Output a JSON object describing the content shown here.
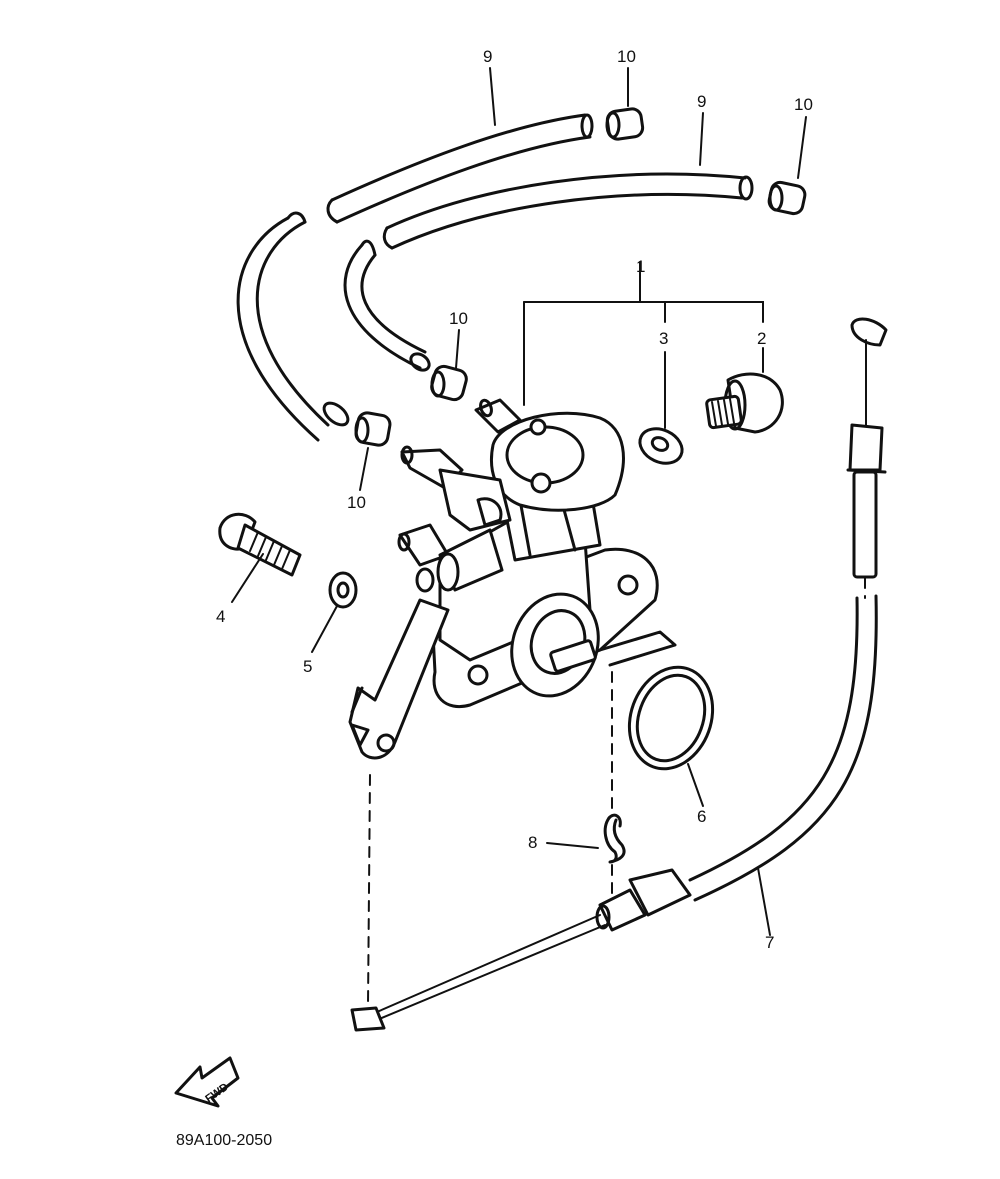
{
  "callouts": {
    "c1": "1",
    "c2": "2",
    "c3": "3",
    "c4": "4",
    "c5": "5",
    "c6": "6",
    "c7": "7",
    "c8": "8",
    "c9a": "9",
    "c9b": "9",
    "c10a": "10",
    "c10b": "10",
    "c10c": "10",
    "c10d": "10"
  },
  "fwd_label": "FWD",
  "drawing_code": "89A100-2050"
}
